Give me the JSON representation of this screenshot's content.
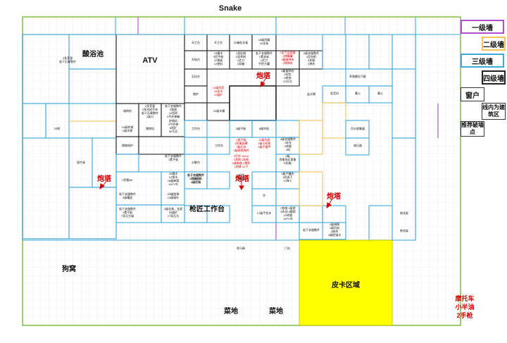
{
  "title": "Snake",
  "colors": {
    "wall1": "#b14fd0",
    "wall2": "#f3c35a",
    "wall3": "#3fa9d8",
    "wall4": "#222222",
    "outer": "#8bc34a",
    "pickup": "#ffff00",
    "red": "#d40000"
  },
  "legend": {
    "l1": "一级墙",
    "l2": "二级墙",
    "l3": "三级墙",
    "l4": "四级墙",
    "window": "窗户",
    "line_note": "线内为建筑区",
    "breach": "推荐破墙点"
  },
  "areas": {
    "acid_bath": "酸浴池",
    "atv": "ATV",
    "gunsmith": "枪匠工作台",
    "doghouse": "狗窝",
    "pickup_zone": "皮卡区域",
    "veg1": "菜地",
    "veg2": "菜地"
  },
  "turrets": [
    "炮塔",
    "炮塔",
    "炮塔",
    "炮塔"
  ],
  "moto_lines": [
    "摩托车",
    "小半油",
    "2手枪"
  ],
  "rooms": [
    {
      "key": "r1",
      "text": "2多芽量\n若干石膏数件"
    },
    {
      "key": "r2",
      "text": "25刺"
    },
    {
      "key": "r3",
      "text": "医疗桌"
    },
    {
      "key": "r4",
      "text": "木工台"
    },
    {
      "key": "r5",
      "text": "木工台"
    },
    {
      "key": "r6",
      "text": "22箱粒木板"
    },
    {
      "key": "r7",
      "text": "18级烈精\n18金条"
    },
    {
      "key": "r8",
      "text": "木结台"
    },
    {
      "key": "r9",
      "text": "15撬木\n3铝手枪\n10钢板\n12塑料"
    },
    {
      "key": "r10",
      "text": "1类粒钢\n2双草刻\n1武刀\n3双箱"
    },
    {
      "key": "r11",
      "text": "若干衣服数件\n1素衣安\n1武刀\n平把大罐"
    },
    {
      "key": "r12",
      "text": "2级衣服数件\n1回包射\n3衣服\n1弹夹"
    },
    {
      "key": "r13",
      "text": "石坑台"
    },
    {
      "key": "r14",
      "text": "4级服饰衣\n1短包\n6拼修\n22灯光"
    },
    {
      "key": "r15",
      "text": "燃炉"
    },
    {
      "key": "r16",
      "text": "20级木桶"
    },
    {
      "key": "r17",
      "text": "盐水桶"
    },
    {
      "key": "r18",
      "text": "储烤机"
    },
    {
      "key": "r19",
      "text": "2多芽量\n2多木树平夹\n若干石膏数件\n1级刀"
    },
    {
      "key": "r20",
      "text": "若干衣服数件\n2胶曲\n11铝树\n3平炸弹箱"
    },
    {
      "key": "r21",
      "text": "24级软钢\n1级木果"
    },
    {
      "key": "r22",
      "text": "储烤机"
    },
    {
      "key": "r23",
      "text": "炉锅机\n3平炸弹\n6短矿\n30号兵"
    },
    {
      "key": "r24",
      "text": "工作台"
    },
    {
      "key": "r25",
      "text": "3级平板"
    },
    {
      "key": "r26",
      "text": "6级铃轨"
    },
    {
      "key": "r27",
      "text": "4级衣服数件\n1轮车\n2修要\n3料"
    },
    {
      "key": "r28",
      "text": "储物修护"
    },
    {
      "key": "r29",
      "text": "若干衣服数件\n1素平板"
    },
    {
      "key": "r30",
      "text": "工作台"
    },
    {
      "key": "r31",
      "text": "分解台"
    },
    {
      "key": "r32",
      "text": "若干衣服数件\n1胶曲夹\n1级粒巧"
    },
    {
      "key": "r33",
      "text": "2铝散AK"
    },
    {
      "key": "r34",
      "text": "25撬木\n12塑木\n18级麻管\n1ATV车"
    },
    {
      "key": "r35",
      "text": "若干衣服数件\n2级曙皮"
    },
    {
      "key": "r36",
      "text": "23破胶弹\n13级顺叶"
    },
    {
      "key": "r37",
      "text": "若干衣服数件\n1素平板\n7双石生级"
    },
    {
      "key": "r38",
      "text": "2级金勇，金麦\n30级矿\n17双石头"
    },
    {
      "key": "r39",
      "text": "若干衣服数件\n1防毒面具\n1级打箱"
    },
    {
      "key": "r40",
      "text": "2谷件\n7修要"
    },
    {
      "key": "r41",
      "text": "3级平罐夹\n1防具下\n13弹卜"
    },
    {
      "key": "r42",
      "text": "4级\n养殖场区夏鲁\n6拉箱"
    },
    {
      "key": "r43",
      "text": "空"
    },
    {
      "key": "r44",
      "text": "17级手柱本"
    },
    {
      "key": "r45",
      "text": "2铁锹  3星更\n5作战 4睡袋\n19修要\n1ATV车"
    },
    {
      "key": "r46",
      "text": "若干衣服数件"
    },
    {
      "key": "r47",
      "text": "1级调情\n1级石料\n2拖鸡\n1级船锚水"
    },
    {
      "key": "r48",
      "text": "养殖圈在可能"
    },
    {
      "key": "r49",
      "text": "篝火"
    },
    {
      "key": "r50",
      "text": "液压器"
    },
    {
      "key": "r51",
      "text": "发音机"
    },
    {
      "key": "r52",
      "text": "篝火"
    },
    {
      "key": "r53",
      "text": "吊水收集器"
    },
    {
      "key": "r54",
      "text": "制衣架"
    },
    {
      "key": "r55",
      "text": "制衣架"
    },
    {
      "key": "r56",
      "text": "喷马棒"
    },
    {
      "key": "r57",
      "text": "门岛"
    }
  ],
  "red_notes": [
    {
      "key": "n1",
      "text": "2支气运进器\n2弹簧罐\n3服器弹夹\n2弹弹夹"
    },
    {
      "key": "n2",
      "text": "14级烈药\n10炭木\n11烟矿"
    },
    {
      "key": "n3",
      "text": "2麦平板\n1防毒面罩\n7级石衣\n1级装修弹件"
    },
    {
      "key": "n4",
      "text": "11级内类\n1级卡机枪\n1级手雷甲"
    },
    {
      "key": "n5",
      "text": "3平炸 1M16\n1落炮 1机枪\n1级麻曲 1炮炸\n1炮棒 12子"
    }
  ]
}
